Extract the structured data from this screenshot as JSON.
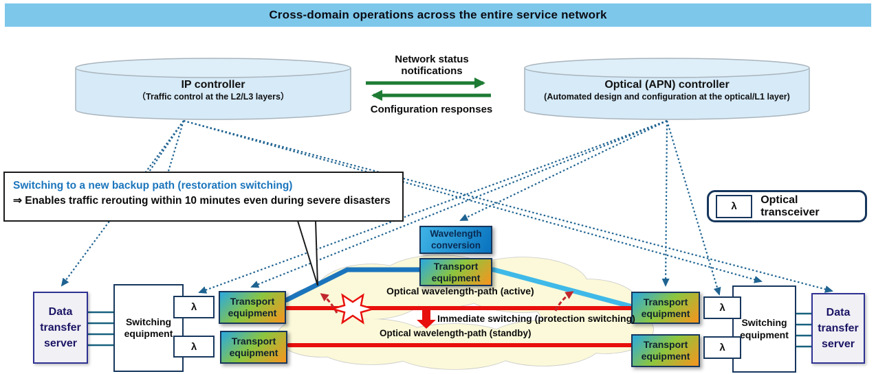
{
  "title": "Cross-domain operations across the entire service network",
  "controllers": {
    "ip": {
      "name": "IP controller",
      "desc": "（Traffic control at the L2/L3 layers）"
    },
    "optical": {
      "name": "Optical (APN) controller",
      "desc": "(Automated design and configuration at the optical/L1 layer)"
    }
  },
  "exchange": {
    "to_optical": "Network status notifications",
    "to_ip": "Configuration responses"
  },
  "callout": {
    "line1": "Switching to a new backup path (restoration switching)",
    "line2": "⇒ Enables traffic rerouting within 10 minutes even during severe disasters"
  },
  "legend": {
    "symbol": "λ",
    "label": "Optical transceiver"
  },
  "nodes": {
    "data_transfer_server": "Data transfer server",
    "switching_equipment": "Switching equipment",
    "transport_equipment": "Transport equipment",
    "wavelength_conversion": "Wavelength conversion",
    "optical_transceiver_symbol": "λ"
  },
  "paths": {
    "active": "Optical wavelength-path (active)",
    "standby": "Optical wavelength-path (standby)",
    "immediate": "Immediate switching (protection switching)"
  },
  "colors": {
    "title_bar": "#7DC8EA",
    "cylinder_fill": "#D6EAF8",
    "cylinder_top": "#DEEFF9",
    "cylinder_stroke": "#A9B4BC",
    "green": "#1E7B34",
    "dotted": "#1F6391",
    "red": "#E8100C",
    "dark_red": "#C1272D",
    "blue_dark": "#1C75BC",
    "blue_light": "#3FB9E8",
    "cloud": "#FBF9D9",
    "callout_blue": "#1B75BC",
    "navy": "#16365C",
    "conn": "#17617E",
    "dts_border": "#2E3192",
    "dts_text": "#1B1464",
    "grad_a": "#2BA9E0",
    "grad_b": "#8CC63F",
    "grad_c": "#F7941E",
    "wc_a": "#3FB3E6",
    "wc_b": "#0973BF"
  }
}
